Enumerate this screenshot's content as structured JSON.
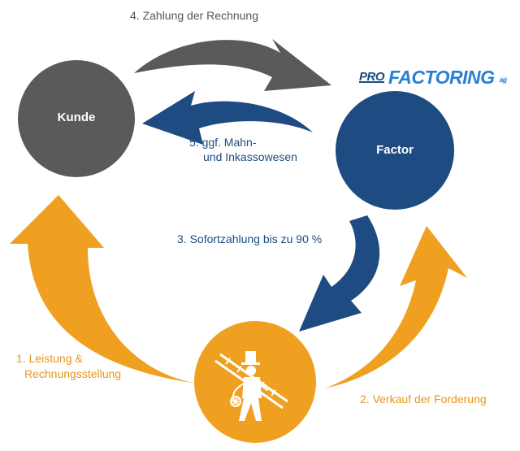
{
  "colors": {
    "dark_gray": "#5a5a5a",
    "navy": "#1d4b82",
    "orange": "#f0a020",
    "label_gray": "#555555",
    "label_navy": "#1d4b82",
    "label_orange": "#e8951c"
  },
  "nodes": {
    "kunde": "Kunde",
    "factor": "Factor"
  },
  "logo": {
    "pro": "PRO",
    "factoring": "FACTORING",
    "sup": "ag"
  },
  "steps": {
    "step1": {
      "line1": "1. Leistung &",
      "line2": "Rechnungsstellung"
    },
    "step2": "2. Verkauf der Forderung",
    "step3": "3. Sofortzahlung bis zu 90 %",
    "step4": "4. Zahlung der Rechnung",
    "step5": {
      "line1": "5. ggf. Mahn-",
      "line2": "und Inkassowesen"
    }
  },
  "icons": {
    "chimney_sweep": "chimney-sweep-icon"
  }
}
